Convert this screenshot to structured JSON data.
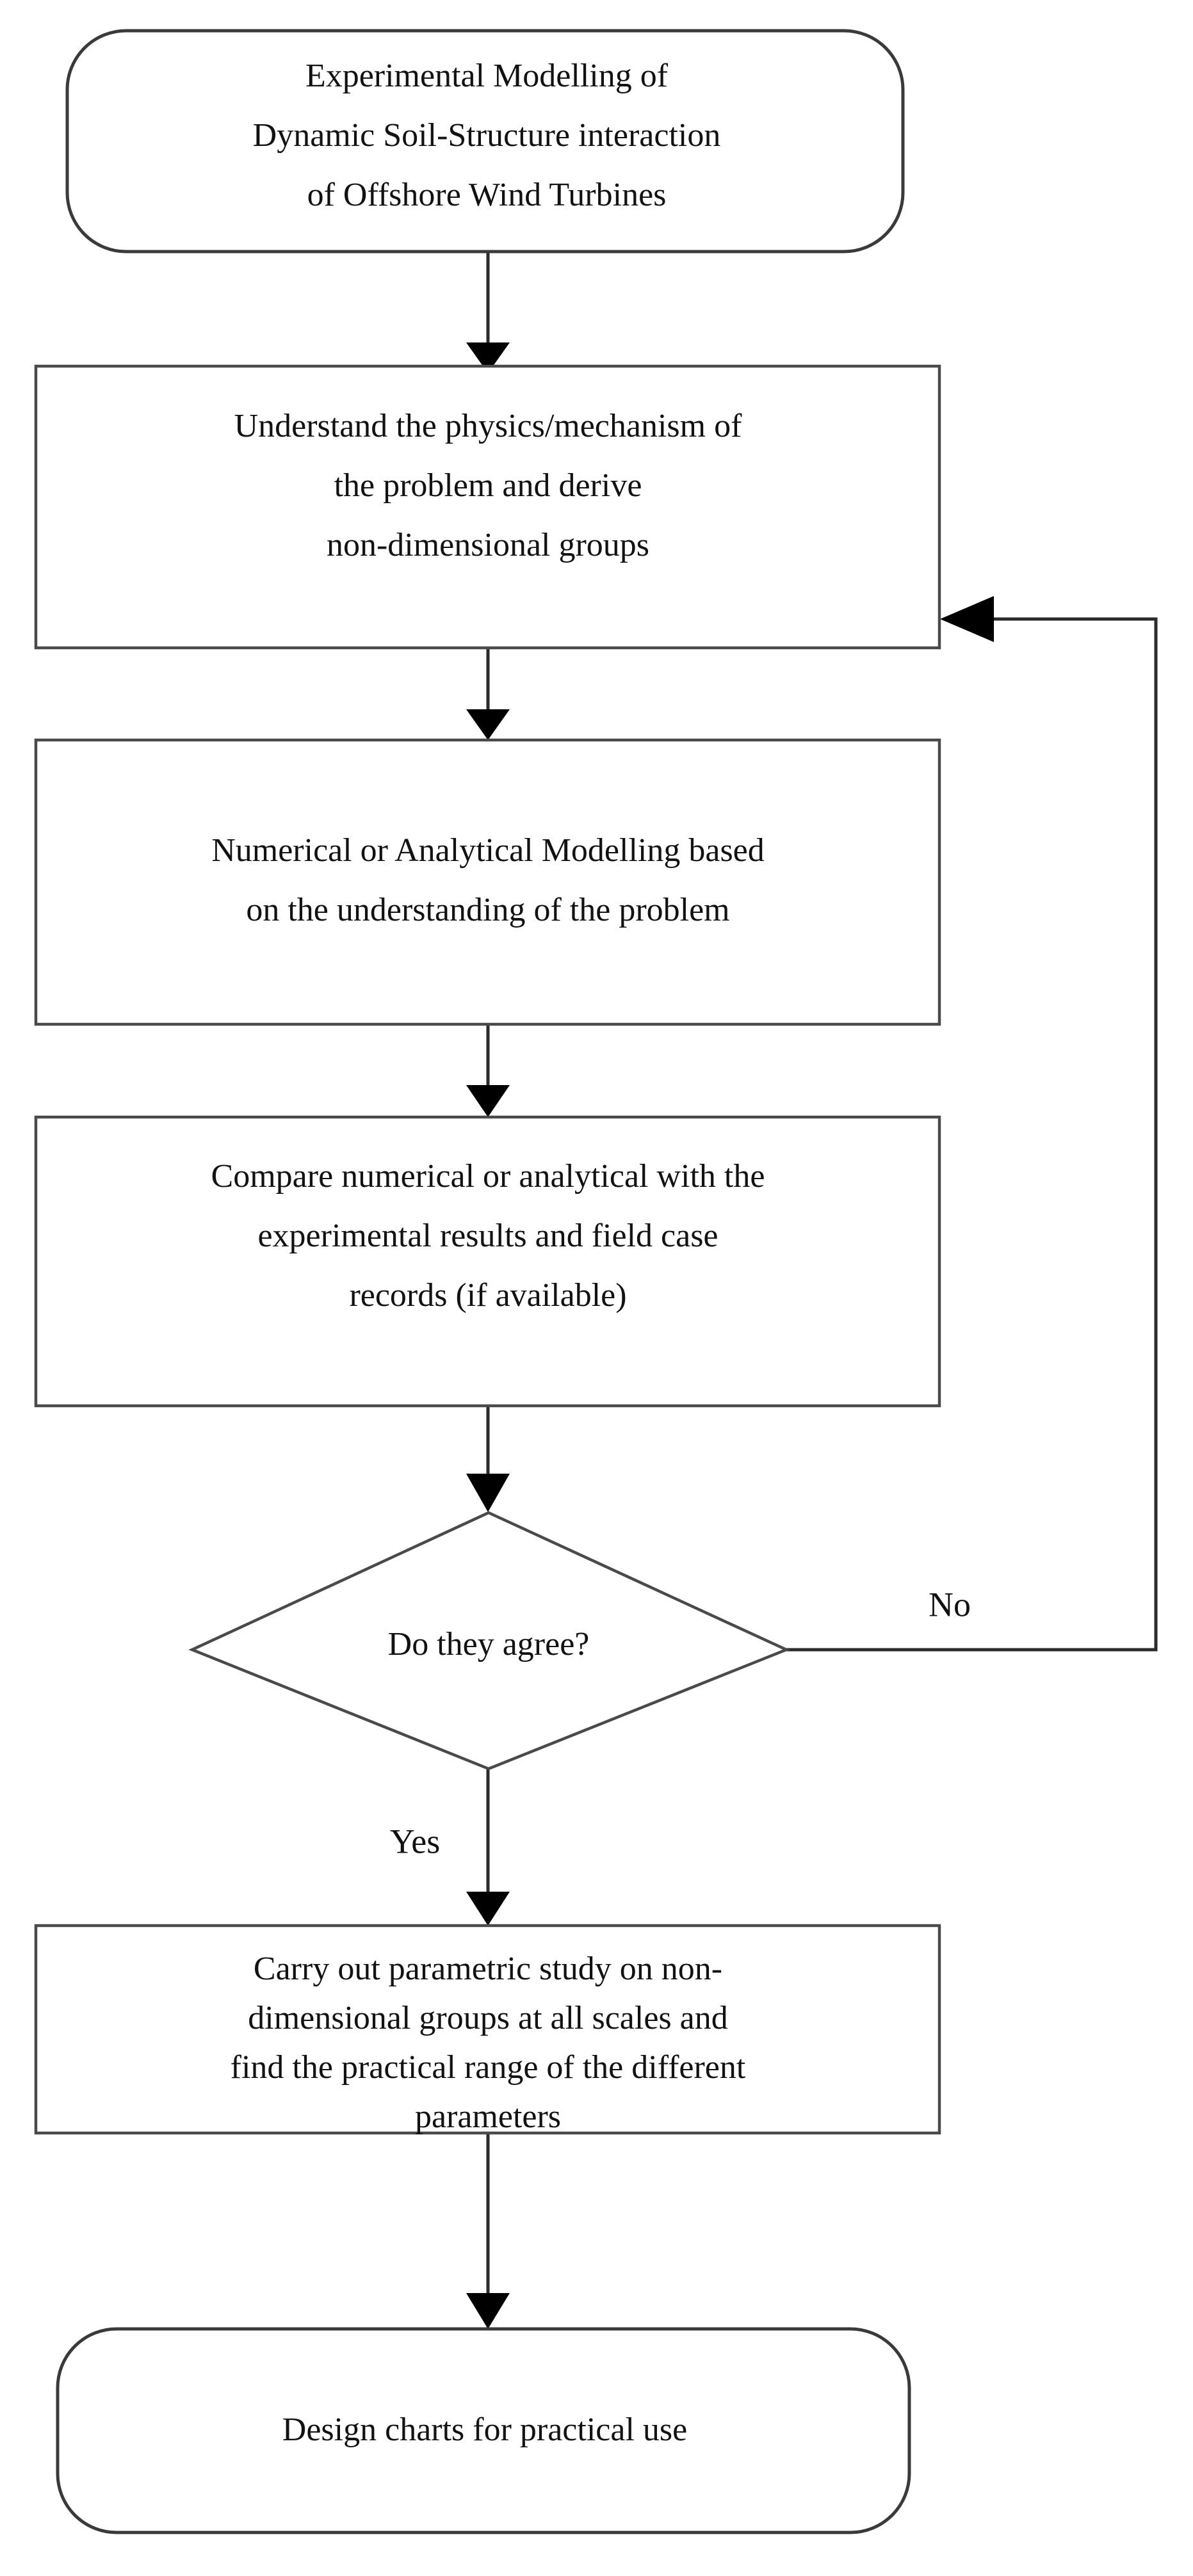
{
  "diagram": {
    "title": "Flowchart for experimental modelling methodology",
    "type": "flowchart",
    "orientation": "top-to-bottom",
    "background_color": "#ffffff",
    "line_color": "#2b2b2b",
    "text_color": "#121212",
    "nodes": [
      {
        "id": "start",
        "shape": "rounded-terminator",
        "lines": [
          "Experimental Modelling of",
          "Dynamic Soil-Structure interaction",
          "of Offshore Wind Turbines"
        ]
      },
      {
        "id": "understand",
        "shape": "rectangle-process",
        "lines": [
          "Understand the physics/mechanism of",
          "the problem and derive",
          "non-dimensional groups"
        ]
      },
      {
        "id": "modelling",
        "shape": "rectangle-process",
        "lines": [
          "Numerical or Analytical Modelling based",
          "on the understanding of the problem"
        ]
      },
      {
        "id": "compare",
        "shape": "rectangle-process",
        "lines": [
          "Compare numerical or analytical with the",
          "experimental results and field case",
          "records (if available)"
        ]
      },
      {
        "id": "decision",
        "shape": "diamond-decision",
        "lines": [
          "Do they agree?"
        ]
      },
      {
        "id": "parametric",
        "shape": "rectangle-process",
        "lines": [
          "Carry out parametric study on non-",
          "dimensional groups at all scales and",
          "find the practical range of the different",
          "parameters"
        ]
      },
      {
        "id": "end",
        "shape": "rounded-terminator",
        "lines": [
          "Design charts for practical use"
        ]
      }
    ],
    "edge_labels": {
      "no": "No",
      "yes": "Yes"
    }
  }
}
